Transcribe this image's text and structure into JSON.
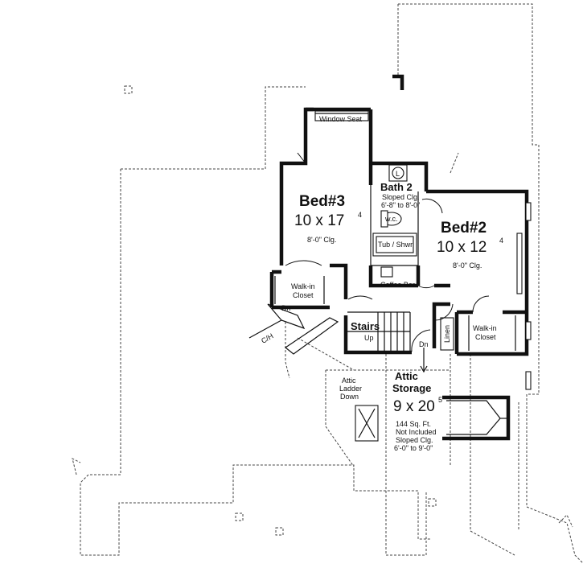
{
  "rooms": {
    "bed3": {
      "name": "Bed#3",
      "dim": "10 x 17",
      "dim_sup": "4",
      "ceiling": "8'-0\" Clg."
    },
    "bed2": {
      "name": "Bed#2",
      "dim": "10 x 12",
      "dim_sup": "4",
      "ceiling": "8'-0\" Clg."
    },
    "bath2": {
      "name": "Bath 2",
      "note1": "Sloped Clg.",
      "note2": "6'-8\" to 8'-0\"",
      "wc": "w.c.",
      "tub": "Tub / Shwr",
      "lav": "L"
    },
    "window_seat": "Window Seat",
    "walkin_left": {
      "line1": "Walk-in",
      "line2": "Closet"
    },
    "walkin_right": {
      "line1": "Walk-in",
      "line2": "Closet"
    },
    "coffee_bar": "Coffee Bar",
    "linen": "Linen",
    "stairs": {
      "name": "Stairs",
      "up": "Up"
    },
    "dn_left": "Dn",
    "dn_right": "Dn",
    "ch": "C/H",
    "attic": {
      "name1": "Attic",
      "name2": "Storage",
      "dim": "9 x 20",
      "dim_sup": "5",
      "note1": "144 Sq. Ft.",
      "note2": "Not Included",
      "note3": "Sloped Clg.",
      "note4": "6'-0\" to 9'-0\""
    },
    "ladder": {
      "line1": "Attic",
      "line2": "Ladder",
      "line3": "Down"
    }
  }
}
